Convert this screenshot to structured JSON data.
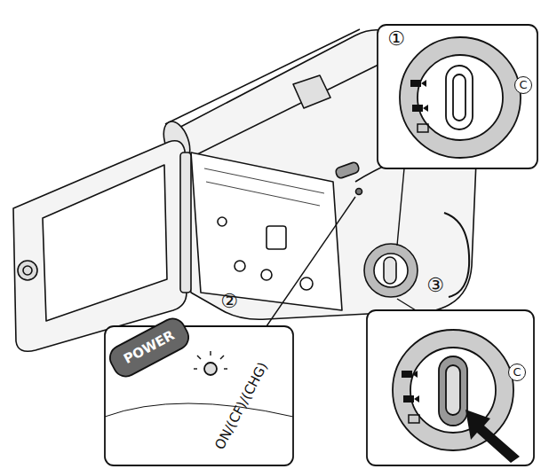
{
  "diagram": {
    "labels": [
      "①",
      "C",
      "②",
      "POWER",
      "ON/(CF)/(CHG)",
      "③",
      "C"
    ]
  }
}
